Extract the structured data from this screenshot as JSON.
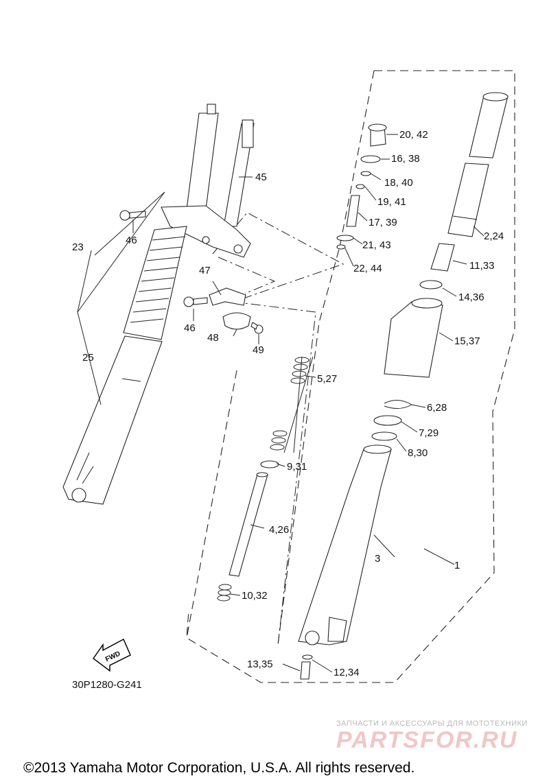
{
  "callouts": [
    "20, 42",
    "16, 38",
    "18, 40",
    "19, 41",
    "17, 39",
    "21, 43",
    "22, 44",
    "2,24",
    "11,33",
    "14,36",
    "15,37",
    "6,28",
    "7,29",
    "8,30",
    "3",
    "1",
    "12,34",
    "13,35",
    "45",
    "23",
    "46",
    "47",
    "46",
    "48",
    "49",
    "25",
    "5,27",
    "9,31",
    "4,26",
    "10,32"
  ],
  "fwd_label": "FWD",
  "diagram_code": "30P1280-G241",
  "copyright": "©2013 Yamaha Motor Corporation, U.S.A. All rights reserved.",
  "watermark": {
    "tagline": "ЗАПЧАСТИ И АКСЕССУАРЫ ДЛЯ МОТОТЕХНИКИ",
    "brand": "PARTSFOR.RU"
  },
  "colors": {
    "ink": "#222222",
    "watermark_brand": "#f2c6c6",
    "watermark_tagline": "#b8b8b8"
  }
}
